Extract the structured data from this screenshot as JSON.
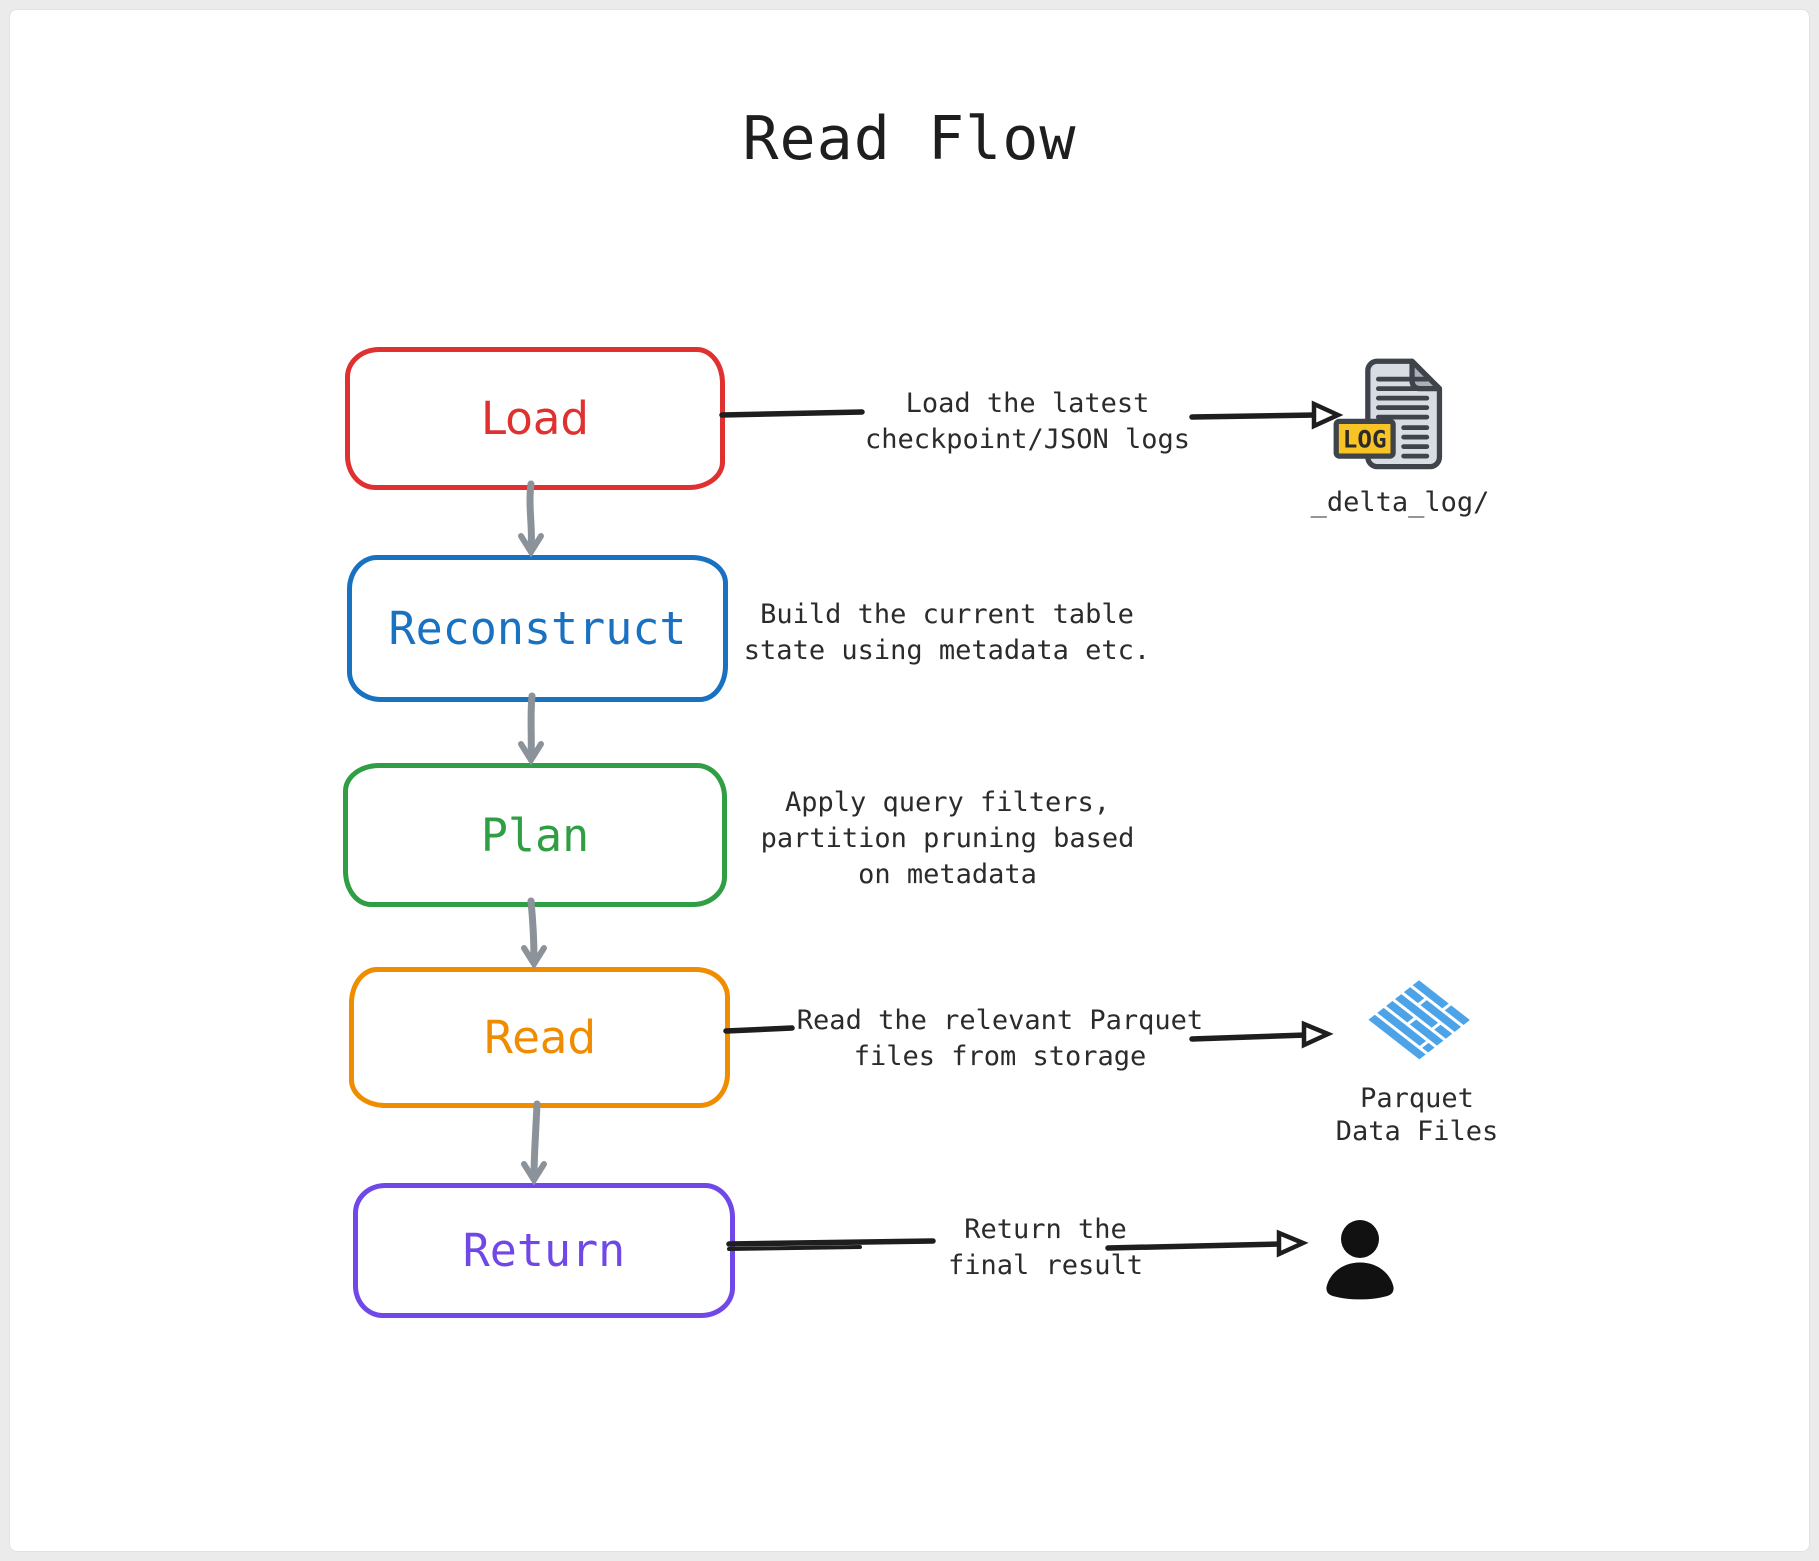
{
  "title": "Read Flow",
  "palette": {
    "ink": "#1e1e1e",
    "annotation_text": "#2b2b2b",
    "connector_gray": "#8b9299",
    "background": "#ffffff",
    "frame": "#ebebeb"
  },
  "nodes": [
    {
      "id": "load",
      "label": "Load",
      "color": "#e03131"
    },
    {
      "id": "reconstruct",
      "label": "Reconstruct",
      "color": "#1971c2"
    },
    {
      "id": "plan",
      "label": "Plan",
      "color": "#2f9e44"
    },
    {
      "id": "read",
      "label": "Read",
      "color": "#f08c00"
    },
    {
      "id": "return",
      "label": "Return",
      "color": "#7048e8"
    }
  ],
  "annotations": {
    "load": {
      "lines": [
        "Load the latest",
        "checkpoint/JSON logs"
      ]
    },
    "reconstruct": {
      "lines": [
        "Build the current table",
        "state using metadata etc."
      ]
    },
    "plan": {
      "lines": [
        "Apply query filters,",
        "partition pruning based",
        "on metadata"
      ]
    },
    "read": {
      "lines": [
        "Read the relevant Parquet",
        "files from storage"
      ]
    },
    "return": {
      "lines": [
        "Return the",
        "final result"
      ]
    }
  },
  "icons": {
    "log": {
      "badge_label": "LOG",
      "caption": "_delta_log/",
      "paper_color": "#d8dce3",
      "fold_color": "#a9b0ba",
      "badge_color": "#f7c325",
      "outline_color": "#3f444b"
    },
    "parquet": {
      "caption_lines": [
        "Parquet",
        "Data Files"
      ],
      "color": "#4da3e8"
    },
    "user": {
      "color": "#111111"
    }
  }
}
